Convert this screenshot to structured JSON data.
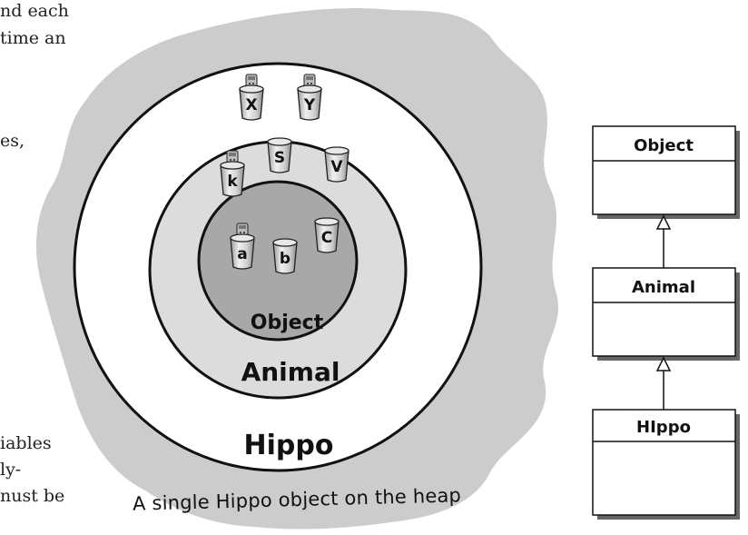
{
  "side_text": {
    "line1": "nd each",
    "line2": "time an",
    "line3": "es,",
    "line4": "iables",
    "line5": "ly-",
    "line6": "nust be"
  },
  "circles": {
    "inner_label": "Object",
    "middle_label": "Animal",
    "outer_label": "Hippo"
  },
  "cups": {
    "x": "X",
    "y": "Y",
    "k": "k",
    "s": "S",
    "v": "V",
    "a": "a",
    "b": "b",
    "c": "C"
  },
  "caption": "A single Hippo object on the heap",
  "uml": {
    "top": "Object",
    "middle": "Animal",
    "bottom": "HIppo"
  },
  "colors": {
    "heap": "#cccccc",
    "middle_ring": "#dcdcdc",
    "inner_circle": "#a8a8a8",
    "outline": "#111111"
  }
}
